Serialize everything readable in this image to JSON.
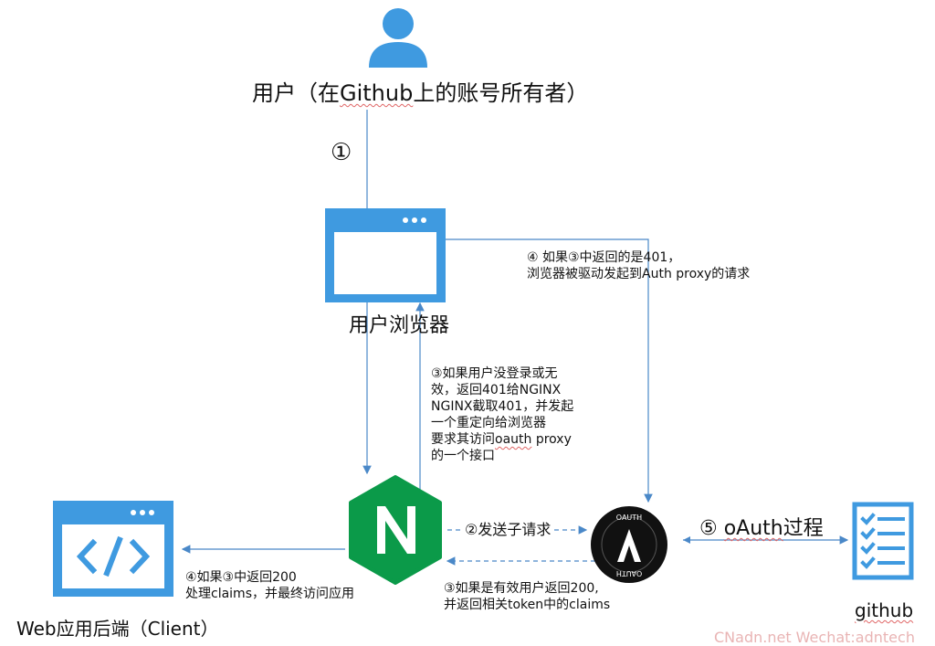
{
  "user": {
    "label_prefix": "用户（在",
    "label_squiggle": "Github",
    "label_suffix": "上的账号所有者）"
  },
  "step1": "①",
  "browser": {
    "label": "用户浏览器"
  },
  "note4_top": "④ 如果③中返回的是401，\n浏览器被驱动发起到Auth proxy的请求",
  "note3_left_pre": "③如果用户没登录或无\n效，返回401给NGINX\nNGINX截取401，并发起\n一个重定向给浏览器\n要求其访问",
  "note3_left_squiggle": "oauth",
  "note3_left_post": " proxy\n的一个接口",
  "step2": "②发送子请求",
  "note3_bottom": "③如果是有效用户返回200,\n并返回相关token中的claims",
  "note4_bottom": "④如果③中返回200\n处理claims，并最终访问应用",
  "step5": {
    "prefix": "⑤ ",
    "squiggle": "oAuth",
    "suffix": "过程"
  },
  "webapp": {
    "label": "Web应用后端（Client）"
  },
  "github": {
    "label": "github"
  },
  "oauth_badge": {
    "top": "OAUTH",
    "bottom": "OAUTH"
  },
  "watermark": "CNadn.net Wechat:adntech",
  "colors": {
    "accent": "#3f9ae0",
    "nginx_green": "#0b9a49",
    "oauth_black": "#111111",
    "line": "#4a88c8"
  }
}
